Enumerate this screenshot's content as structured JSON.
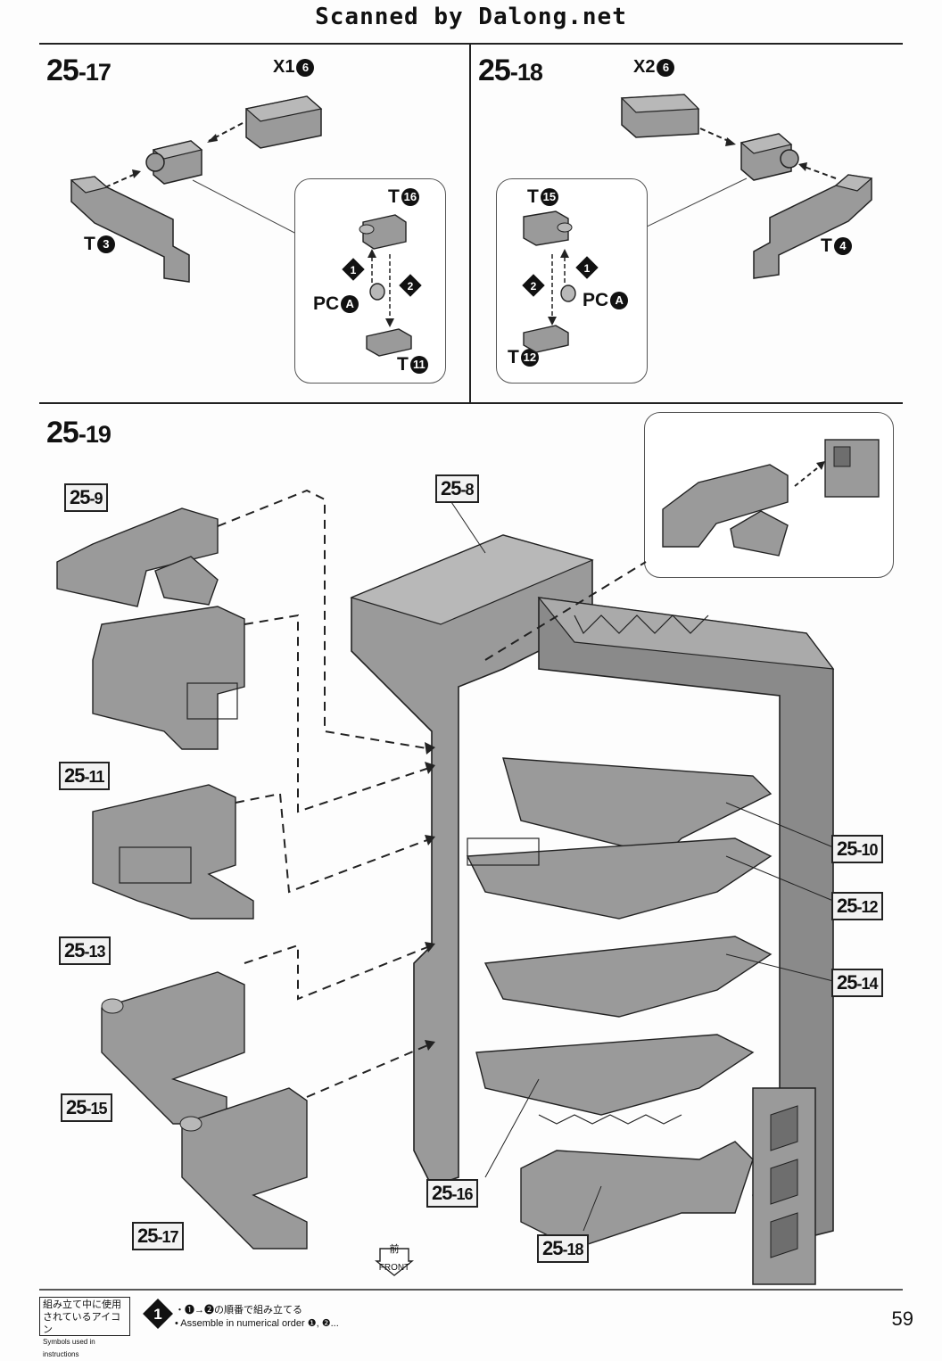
{
  "header": "Scanned by Dalong.net",
  "step_17": {
    "number": "25",
    "sub": "-17",
    "qty": "X1",
    "qty_mark": "6",
    "label_t3": "T",
    "label_t3_mark": "3",
    "inset": {
      "t16": "T",
      "t16_mark": "16",
      "pc": "PC",
      "pc_mark": "A",
      "t11": "T",
      "t11_mark": "11",
      "order_1": "1",
      "order_2": "2"
    }
  },
  "step_18": {
    "number": "25",
    "sub": "-18",
    "qty": "X2",
    "qty_mark": "6",
    "label_t4": "T",
    "label_t4_mark": "4",
    "inset": {
      "t15": "T",
      "t15_mark": "15",
      "pc": "PC",
      "pc_mark": "A",
      "t12": "T",
      "t12_mark": "12",
      "order_1": "1",
      "order_2": "2"
    }
  },
  "step_19": {
    "number": "25",
    "sub": "-19",
    "callouts": [
      {
        "main": "25",
        "sub": "-9"
      },
      {
        "main": "25",
        "sub": "-8"
      },
      {
        "main": "25",
        "sub": "-11"
      },
      {
        "main": "25",
        "sub": "-10"
      },
      {
        "main": "25",
        "sub": "-12"
      },
      {
        "main": "25",
        "sub": "-13"
      },
      {
        "main": "25",
        "sub": "-14"
      },
      {
        "main": "25",
        "sub": "-15"
      },
      {
        "main": "25",
        "sub": "-16"
      },
      {
        "main": "25",
        "sub": "-17"
      },
      {
        "main": "25",
        "sub": "-18"
      }
    ],
    "front_kanji": "前",
    "front_label": "FRONT"
  },
  "footer": {
    "icon_title_jp_1": "組み立て中に使用",
    "icon_title_jp_2": "されているアイコン",
    "icon_title_en": "Symbols used in instructions",
    "icon_number": "1",
    "desc_jp": "・❶→❷の順番で組み立てる",
    "desc_en": "• Assemble in numerical order ❶, ❷..."
  },
  "page_number": "59",
  "colors": {
    "part_fill": "#9a9a9a",
    "part_dark": "#6e6e6e",
    "part_light": "#b8b8b8",
    "line": "#222222"
  }
}
